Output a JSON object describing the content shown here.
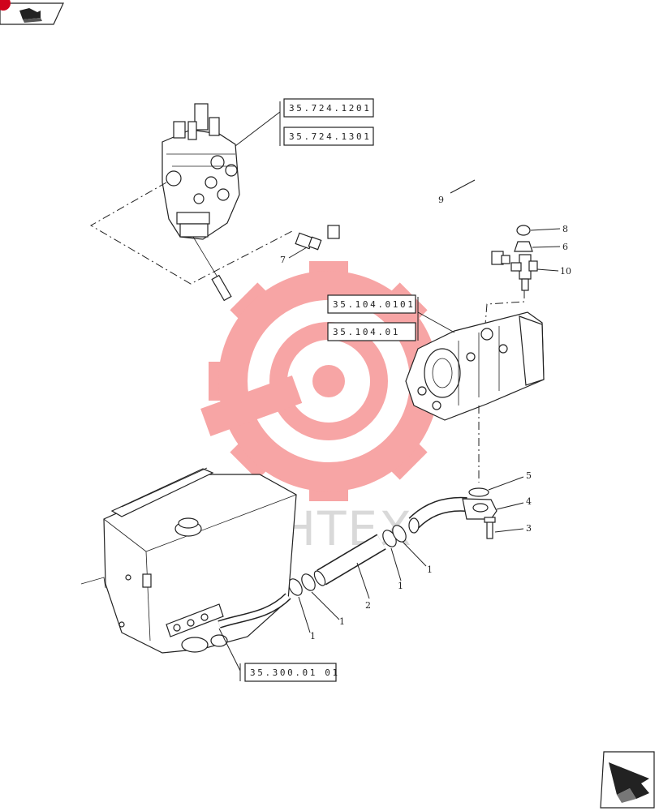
{
  "references": {
    "valve_a": "35.724.1201",
    "valve_b": "35.724.1301",
    "pump_a": "35.104.0101",
    "pump_b": "35.104.01",
    "tank": "35.300.01 01"
  },
  "callouts": {
    "c1a": "1",
    "c1b": "1",
    "c1c": "1",
    "c1d": "1",
    "c2": "2",
    "c3": "3",
    "c4": "4",
    "c5": "5",
    "c6": "6",
    "c7": "7",
    "c8": "8",
    "c9": "9",
    "c10": "10"
  },
  "watermark": {
    "text": "ИНТЕХ",
    "color": "#f04a4a"
  },
  "icons": {
    "top_left": "book-icon",
    "bottom_right": "next-page-arrow-icon"
  }
}
